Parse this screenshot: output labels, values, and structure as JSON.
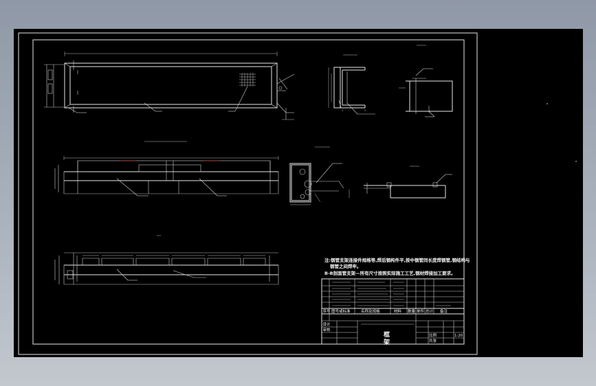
{
  "notes": {
    "line1": "注:钢管支架连接件规格等,焊后钢构件平,按中钢管同长度焊钢管,钢结构与",
    "line2": "钢管之间焊牢。",
    "line3": "B-B剖面管支架—所有尺寸按照实际施工工艺,钢材焊接加工要求。"
  },
  "title_block": {
    "header_cells": [
      "序号",
      "图号或标准",
      "名称及规格",
      "材料",
      "数量",
      "单件",
      "总计",
      "备注"
    ],
    "designer_label": "设计",
    "checker_label": "审核",
    "scale_label": "比例",
    "scale_value": "1:20",
    "sheet_label": "共张",
    "drawing_title_1": "框",
    "drawing_title_2": "架"
  },
  "colors": {
    "viewport": "#000000",
    "line": "#e8e8e8",
    "accent": "#c0392b"
  }
}
